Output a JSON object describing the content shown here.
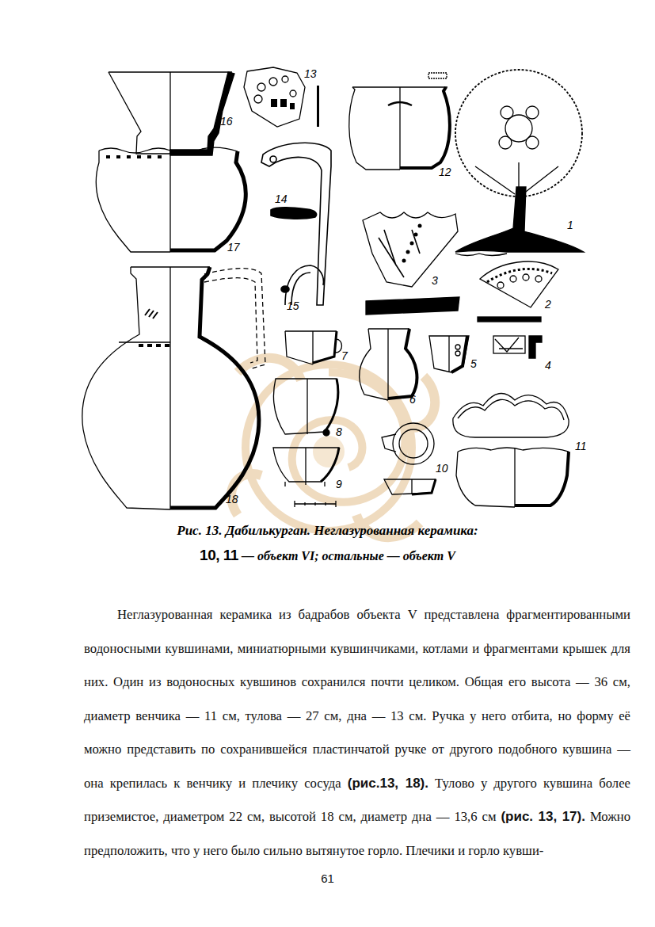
{
  "diagram": {
    "caption": "Рис. 13. Дабилькурган. Неглазурованная керамика:",
    "labels": [
      "16",
      "13",
      "12",
      "14",
      "1",
      "17",
      "3",
      "15",
      "2",
      "7",
      "6",
      "5",
      "4",
      "8",
      "10",
      "11",
      "9",
      "18",
      "10, 11",
      "— объект VI; остальные — объект V",
      "Неглазурованная керамика из бадрабов объекта V представлена фрагментированными водоносными кувшинами, миниатюрными кувшинчиками, котлами и фрагментами крышек для них. Один из водоносных кувшинов сохранился почти целиком. Общая его высота — 36 см, диаметр венчика — 11 см, тулова — 27 см, дна — 13 см. Ручка у него отбита, но форму её можно представить по сохранившейся пластинчатой ручке от другого подобного кувшина — она крепилась к венчику и плечику сосуда",
      "(рис.13, 18).",
      "Тулово у другого кувшина более приземистое, диаметром 22 см, высотой 18 см, диаметр дна — 13,6 см",
      "(рис. 13, 17).",
      "Можно предположить, что у него было сильно вытянутое горло. Плечики и горло кувши-",
      "61"
    ]
  }
}
